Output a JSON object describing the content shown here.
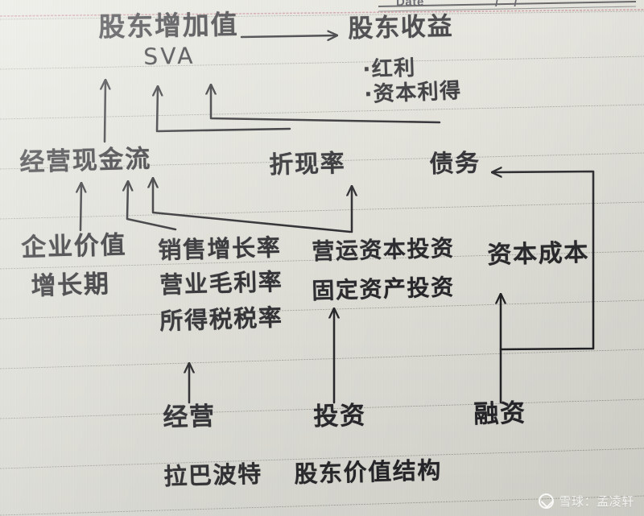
{
  "page": {
    "paper_color": "#e4e4dc",
    "rule_color": "#9a9a93",
    "ink_color": "#26262a",
    "header_date_label": "Date",
    "header_date_slashes": "/        /"
  },
  "diagram": {
    "title_top": "股东增加值",
    "title_top_sub": "SVA",
    "nodes": [
      {
        "id": "sva",
        "label": "股东增加值",
        "sub": "SVA"
      },
      {
        "id": "returns",
        "label": "股东收益"
      },
      {
        "id": "dividend",
        "label": "·红利"
      },
      {
        "id": "capgain",
        "label": "·资本利得"
      },
      {
        "id": "ocf",
        "label": "经营现金流"
      },
      {
        "id": "discount",
        "label": "折现率"
      },
      {
        "id": "debt",
        "label": "债务"
      },
      {
        "id": "evgrowth",
        "label": "企业价值",
        "label2": "增长期"
      },
      {
        "id": "salesgrow",
        "label": "销售增长率"
      },
      {
        "id": "grossmargin",
        "label": "营业毛利率"
      },
      {
        "id": "taxrate",
        "label": "所得税税率"
      },
      {
        "id": "wcinvest",
        "label": "营运资本投资"
      },
      {
        "id": "fainvest",
        "label": "固定资产投资"
      },
      {
        "id": "coc",
        "label": "资本成本"
      },
      {
        "id": "operating",
        "label": "经营"
      },
      {
        "id": "investing",
        "label": "投资"
      },
      {
        "id": "financing",
        "label": "融资"
      }
    ],
    "caption_author": "拉巴波特",
    "caption_title": "股东价值结构"
  },
  "watermark": {
    "logo": "xueqiu-logo-icon",
    "text": "雪球：孟凌轩"
  }
}
